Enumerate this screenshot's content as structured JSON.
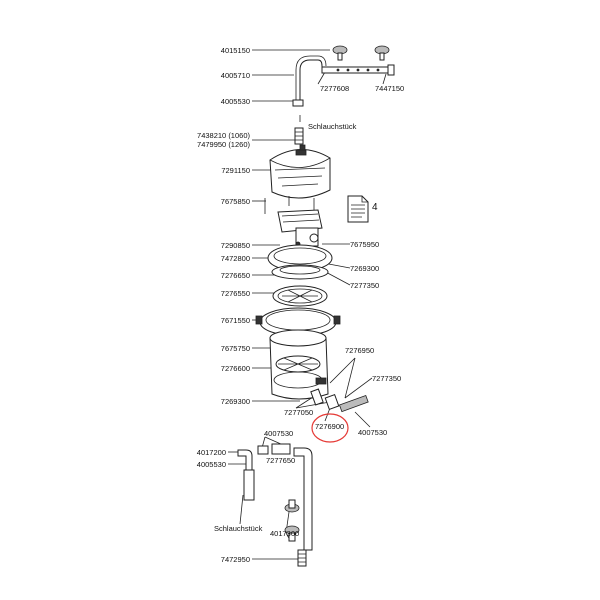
{
  "labels": {
    "p4015150": "4015150",
    "p4005710": "4005710",
    "p4005530a": "4005530",
    "p7277608": "7277608",
    "p7447150": "7447150",
    "schlauch1": "Schlauchstück",
    "p7438210": "7438210 (1060)",
    "p7479950": "7479950 (1260)",
    "p7291150": "7291150",
    "p7675850": "7675850",
    "doc_num": "4",
    "p7675950": "7675950",
    "p7290850": "7290850",
    "p7472800": "7472800",
    "p7276650": "7276650",
    "p7269300a": "7269300",
    "p7277350a": "7277350",
    "p7276550": "7276550",
    "p7671550": "7671550",
    "p7276950": "7276950",
    "p7675750": "7675750",
    "p7276600": "7276600",
    "p7277350b": "7277350",
    "p7269300b": "7269300",
    "p7277050": "7277050",
    "p7276900": "7276900",
    "p4007530a": "4007530",
    "p4007530b": "4007530",
    "p4017200": "4017200",
    "p4005530b": "4005530",
    "p7277650": "7277650",
    "schlauch2": "Schlauchstück",
    "p4017300": "4017300",
    "p7472950": "7472950"
  },
  "colors": {
    "highlight": "#e53935",
    "line": "#222222"
  }
}
